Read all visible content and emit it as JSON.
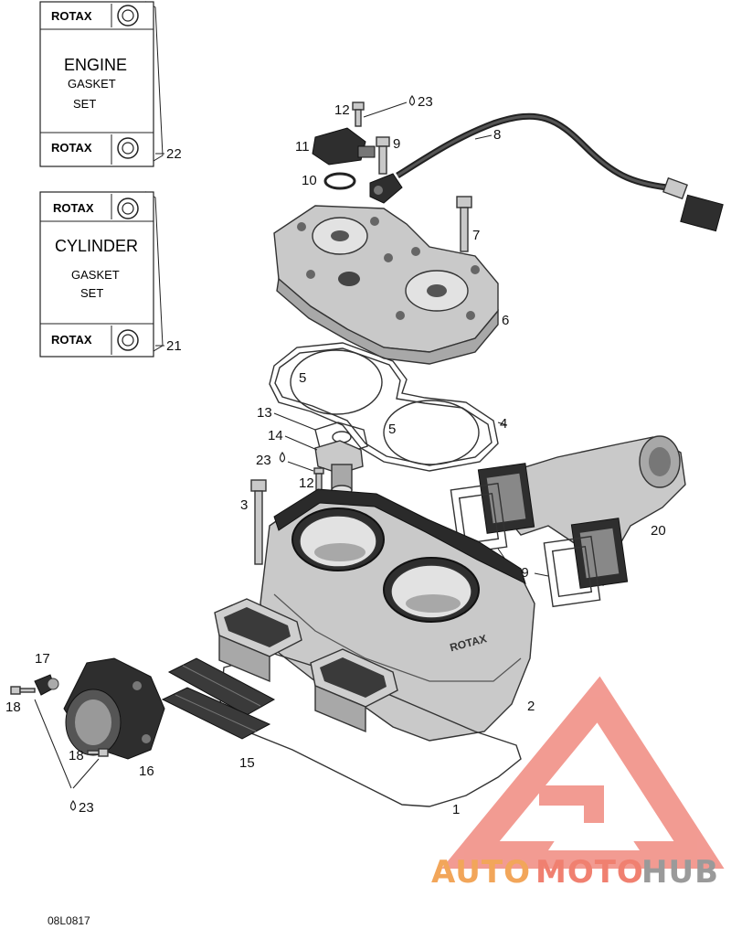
{
  "kits": [
    {
      "brand": "ROTAX",
      "line1": "ENGINE",
      "line2": "GASKET",
      "line3": "SET",
      "ref": "22"
    },
    {
      "brand": "ROTAX",
      "line1": "CYLINDER",
      "line2": "GASKET",
      "line3": "SET",
      "ref": "21"
    }
  ],
  "callouts": {
    "c1": "1",
    "c2": "2",
    "c3": "3",
    "c4": "4",
    "c5a": "5",
    "c5b": "5",
    "c6": "6",
    "c7": "7",
    "c8": "8",
    "c9": "9",
    "c10": "10",
    "c11": "11",
    "c12a": "12",
    "c12b": "12",
    "c13": "13",
    "c14": "14",
    "c15": "15",
    "c16": "16",
    "c17": "17",
    "c18a": "18",
    "c18b": "18",
    "c19": "19",
    "c20": "20",
    "c23a": "23",
    "c23b": "23",
    "c23c": "23"
  },
  "cylinder_mark": "ROTAX",
  "watermark": {
    "part1": "AUTO",
    "part2": "MOTO",
    "part3": "HUB"
  },
  "doc_code": "08L0817",
  "colors": {
    "watermark_orange": "#f2a65a",
    "watermark_red": "#f08070",
    "watermark_gray": "#9a9a9a"
  }
}
